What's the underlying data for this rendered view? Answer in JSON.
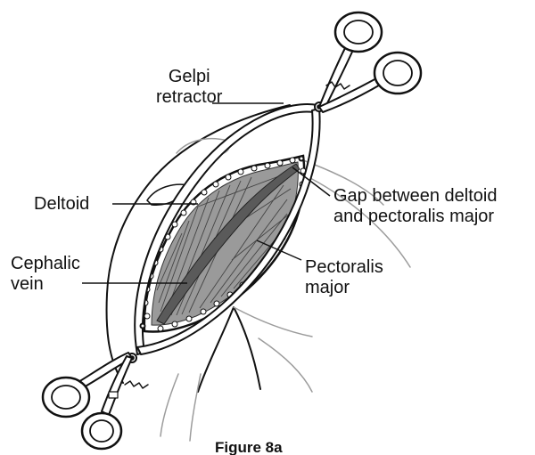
{
  "figure": {
    "caption": "Figure 8a",
    "labels": {
      "gelpi_retractor": {
        "line1": "Gelpi",
        "line2": "retractor"
      },
      "deltoid": "Deltoid",
      "gap": {
        "line1": "Gap between deltoid",
        "line2": "and pectoralis major"
      },
      "cephalic_vein": {
        "line1": "Cephalic",
        "line2": "vein"
      },
      "pectoralis_major": {
        "line1": "Pectoralis",
        "line2": "major"
      }
    }
  },
  "colors": {
    "ink": "#111111",
    "muscle_fill": "#9a9a9a",
    "vein_fill": "#5a5a5a",
    "outline_light": "#9c9c9c",
    "background": "#ffffff"
  }
}
